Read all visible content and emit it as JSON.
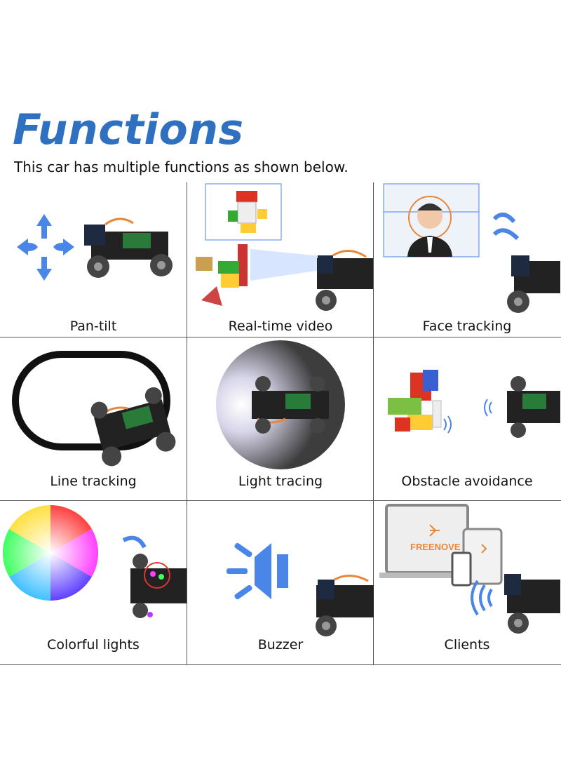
{
  "header": {
    "title": "Functions",
    "subtitle": "This car has multiple functions as shown below."
  },
  "functions": [
    {
      "label": "Pan-tilt",
      "icon": "arrows-icon"
    },
    {
      "label": "Real-time video",
      "icon": "camera-icon"
    },
    {
      "label": "Face tracking",
      "icon": "face-icon"
    },
    {
      "label": "Line tracking",
      "icon": "track-icon"
    },
    {
      "label": "Light tracing",
      "icon": "light-icon"
    },
    {
      "label": "Obstacle avoidance",
      "icon": "ultrasonic-icon"
    },
    {
      "label": "Colorful lights",
      "icon": "color-wheel-icon"
    },
    {
      "label": "Buzzer",
      "icon": "speaker-icon"
    },
    {
      "label": "Clients",
      "icon": "devices-icon"
    }
  ],
  "brand": {
    "logo_text": "FREENOVE"
  },
  "colors": {
    "title": "#2f71c0",
    "accent_blue": "#4a86e8",
    "orange": "#e8873a"
  }
}
